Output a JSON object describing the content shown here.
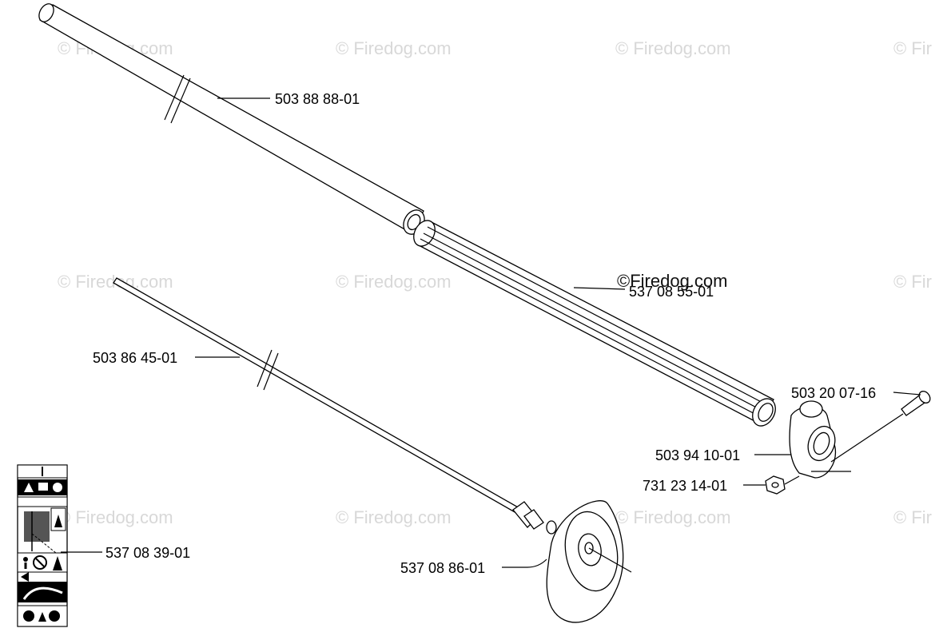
{
  "watermark": {
    "text": "© Firedog.com",
    "partial_text": "© Fir",
    "overlay_text": "©Firedog.com"
  },
  "parts": [
    {
      "id": "tube",
      "number": "503 88 88-01"
    },
    {
      "id": "sleeve",
      "number": "537 08 55-01"
    },
    {
      "id": "drive-shaft",
      "number": "503 86 45-01"
    },
    {
      "id": "screw",
      "number": "503 20 07-16"
    },
    {
      "id": "clamp",
      "number": "503 94 10-01"
    },
    {
      "id": "nut",
      "number": "731 23 14-01"
    },
    {
      "id": "decal",
      "number": "537 08 39-01"
    },
    {
      "id": "guard",
      "number": "537 08 86-01"
    }
  ]
}
